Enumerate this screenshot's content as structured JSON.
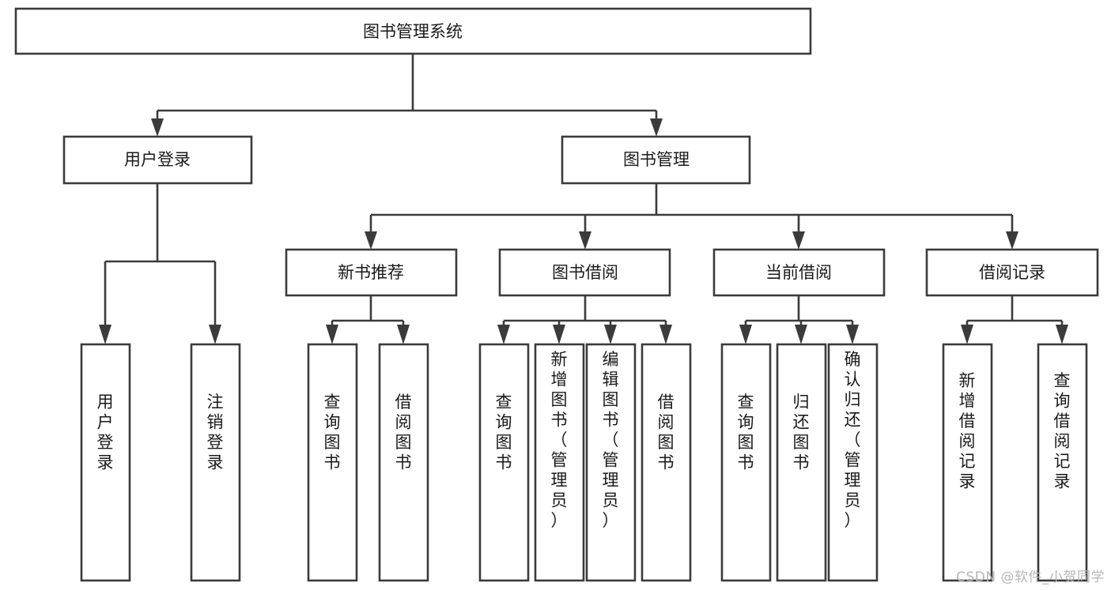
{
  "diagram": {
    "title": "图书管理系统",
    "type": "tree-hierarchy",
    "orientation": "top-down",
    "root": {
      "id": "root",
      "label": "图书管理系统",
      "level": 1
    },
    "level2": [
      {
        "id": "user-login",
        "label": "用户登录",
        "level": 2
      },
      {
        "id": "book-manage",
        "label": "图书管理",
        "level": 2
      }
    ],
    "level3": [
      {
        "id": "new-book-recommend",
        "label": "新书推荐",
        "level": 3,
        "parent": "book-manage"
      },
      {
        "id": "book-borrow",
        "label": "图书借阅",
        "level": 3,
        "parent": "book-manage"
      },
      {
        "id": "current-borrow",
        "label": "当前借阅",
        "level": 3,
        "parent": "book-manage"
      },
      {
        "id": "borrow-record",
        "label": "借阅记录",
        "level": 3,
        "parent": "book-manage"
      }
    ],
    "leaves": [
      {
        "id": "leaf-user-login",
        "label": "用户登录",
        "parent": "user-login"
      },
      {
        "id": "leaf-user-logout",
        "label": "注销登录",
        "parent": "user-login"
      },
      {
        "id": "leaf-rec-query-book",
        "label": "查询图书",
        "parent": "new-book-recommend"
      },
      {
        "id": "leaf-rec-borrow-book",
        "label": "借阅图书",
        "parent": "new-book-recommend"
      },
      {
        "id": "leaf-bb-query-book",
        "label": "查询图书",
        "parent": "book-borrow"
      },
      {
        "id": "leaf-bb-add-book",
        "label": "新增图书（管理员）",
        "parent": "book-borrow"
      },
      {
        "id": "leaf-bb-edit-book",
        "label": "编辑图书（管理员）",
        "parent": "book-borrow"
      },
      {
        "id": "leaf-bb-borrow-book",
        "label": "借阅图书",
        "parent": "book-borrow"
      },
      {
        "id": "leaf-cb-query-book",
        "label": "查询图书",
        "parent": "current-borrow"
      },
      {
        "id": "leaf-cb-return-book",
        "label": "归还图书",
        "parent": "current-borrow"
      },
      {
        "id": "leaf-cb-confirm-return",
        "label": "确认归还（管理员）",
        "parent": "current-borrow"
      },
      {
        "id": "leaf-br-add-record",
        "label": "新增借阅记录",
        "parent": "borrow-record"
      },
      {
        "id": "leaf-br-query-record",
        "label": "查询借阅记录",
        "parent": "borrow-record"
      }
    ]
  },
  "watermark": {
    "text": "CSDN @软件_小贺同学"
  },
  "colors": {
    "stroke": "#3b3b3b",
    "fill": "#ffffff",
    "text": "#1a1a1a",
    "watermark": "#b6b6b6",
    "background": "#ffffff"
  }
}
